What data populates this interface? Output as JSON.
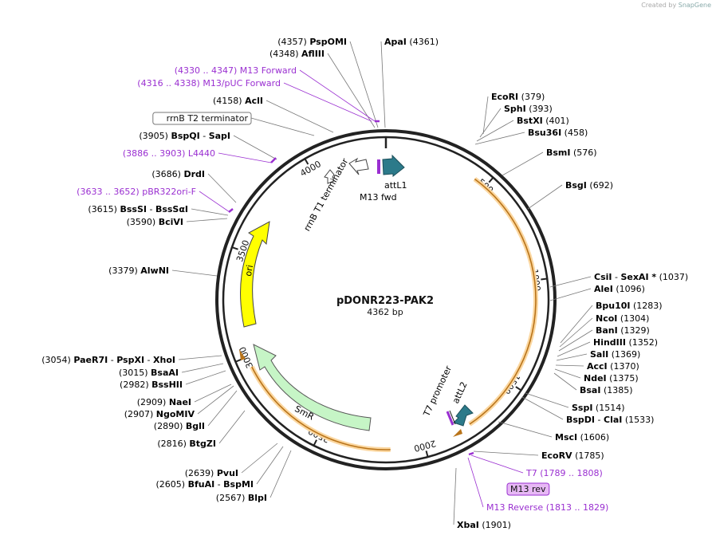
{
  "watermark": {
    "prefix": "Created by",
    "brand": "SnapGene"
  },
  "plasmid": {
    "name": "pDONR223-PAK2",
    "length_label": "4362 bp",
    "length": 4362
  },
  "ticks": [
    {
      "pos": 500,
      "label": "500"
    },
    {
      "pos": 1000,
      "label": "1000"
    },
    {
      "pos": 1500,
      "label": "1500"
    },
    {
      "pos": 2000,
      "label": "2000"
    },
    {
      "pos": 2500,
      "label": "2500"
    },
    {
      "pos": 3000,
      "label": "3000"
    },
    {
      "pos": 3500,
      "label": "3500"
    },
    {
      "pos": 4000,
      "label": "4000"
    }
  ],
  "features": [
    {
      "name": "PAK2",
      "label": "",
      "start": 440,
      "end": 1770,
      "color": "#f6a623",
      "style": "thin"
    },
    {
      "name": "SmR",
      "label": "SmR",
      "start": 2160,
      "end": 2950,
      "color": "#f6a623",
      "style": "thin"
    },
    {
      "name": "SmR-arrow",
      "label": "SmR",
      "start": 2330,
      "end": 2960,
      "color": "#c6f5c6",
      "style": "arrow",
      "radius": 150,
      "dir": -1
    },
    {
      "name": "ori",
      "label": "ori",
      "start": 3300,
      "end": 3820,
      "color": "#ffff00",
      "style": "arrow",
      "radius": 170,
      "dir": -1
    }
  ],
  "inner_labels": [
    {
      "id": "rrnb-t1",
      "text": "rrnB T1 terminator"
    },
    {
      "id": "attl1",
      "text": "attL1"
    },
    {
      "id": "m13fwd",
      "text": "M13 fwd"
    },
    {
      "id": "t7prom",
      "text": "T7 promoter"
    },
    {
      "id": "attl2",
      "text": "attL2"
    },
    {
      "id": "smr",
      "text": "SmR"
    },
    {
      "id": "ori",
      "text": "ori"
    }
  ],
  "labels": {
    "right": [
      {
        "id": "ecori",
        "name": "EcoRI",
        "pos": "(379)"
      },
      {
        "id": "sphi",
        "name": "SphI",
        "pos": "(393)"
      },
      {
        "id": "bstxi",
        "name": "BstXI",
        "pos": "(401)"
      },
      {
        "id": "bsu36i",
        "name": "Bsu36I",
        "pos": "(458)"
      },
      {
        "id": "bsmi",
        "name": "BsmI",
        "pos": "(576)"
      },
      {
        "id": "bsgi",
        "name": "BsgI",
        "pos": "(692)"
      },
      {
        "id": "csii",
        "name": "CsiI",
        "name2": "SexAI *",
        "pos": "(1037)"
      },
      {
        "id": "alei",
        "name": "AleI",
        "pos": "(1096)"
      },
      {
        "id": "bpu10i",
        "name": "Bpu10I",
        "pos": "(1283)"
      },
      {
        "id": "ncoi",
        "name": "NcoI",
        "pos": "(1304)"
      },
      {
        "id": "bani",
        "name": "BanI",
        "pos": "(1329)"
      },
      {
        "id": "hindiii",
        "name": "HindIII",
        "pos": "(1352)"
      },
      {
        "id": "sali",
        "name": "SalI",
        "pos": "(1369)"
      },
      {
        "id": "acci",
        "name": "AccI",
        "pos": "(1370)"
      },
      {
        "id": "ndei",
        "name": "NdeI",
        "pos": "(1375)"
      },
      {
        "id": "bsai",
        "name": "BsaI",
        "pos": "(1385)"
      },
      {
        "id": "sspi",
        "name": "SspI",
        "pos": "(1514)"
      },
      {
        "id": "bspdi",
        "name": "BspDI",
        "name2": "ClaI",
        "pos": "(1533)"
      },
      {
        "id": "msci",
        "name": "MscI",
        "pos": "(1606)"
      },
      {
        "id": "ecorv",
        "name": "EcoRV",
        "pos": "(1785)"
      },
      {
        "id": "t7",
        "name": "T7",
        "pos": "(1789 .. 1808)",
        "primer": true
      },
      {
        "id": "m13rev",
        "name": "M13 rev",
        "boxed": true
      },
      {
        "id": "m13reverse",
        "name": "M13 Reverse",
        "pos": "(1813 .. 1829)",
        "primer": true
      },
      {
        "id": "xbai",
        "name": "XbaI",
        "pos": "(1901)"
      }
    ],
    "left": [
      {
        "id": "psp",
        "name": "PspOMI",
        "pos": "(4357)"
      },
      {
        "id": "apai",
        "name": "ApaI",
        "pos": "(4361)"
      },
      {
        "id": "aflii",
        "name": "AflIII",
        "pos": "(4348)"
      },
      {
        "id": "m13f",
        "name": "M13 Forward",
        "pos": "(4330 .. 4347)",
        "primer": true
      },
      {
        "id": "m13puc",
        "name": "M13/pUC Forward",
        "pos": "(4316 .. 4338)",
        "primer": true
      },
      {
        "id": "acli",
        "name": "AclI",
        "pos": "(4158)"
      },
      {
        "id": "rrnbt2",
        "name": "rrnB T2 terminator",
        "boxed": true
      },
      {
        "id": "bspqi",
        "name": "BspQI",
        "name2": "SapI",
        "pos": "(3905)"
      },
      {
        "id": "l4440",
        "name": "L4440",
        "pos": "(3886 .. 3903)",
        "primer": true
      },
      {
        "id": "drdi",
        "name": "DrdI",
        "pos": "(3686)"
      },
      {
        "id": "pbr",
        "name": "pBR322ori-F",
        "pos": "(3633 .. 3652)",
        "primer": true
      },
      {
        "id": "bsssi",
        "name": "BssSI",
        "name2": "BssSαI",
        "pos": "(3615)"
      },
      {
        "id": "bcivi",
        "name": "BciVI",
        "pos": "(3590)"
      },
      {
        "id": "alwni",
        "name": "AlwNI",
        "pos": "(3379)"
      },
      {
        "id": "paer7i",
        "name": "PaeR7I",
        "name2": "PspXI",
        "name3": "XhoI",
        "pos": "(3054)"
      },
      {
        "id": "bsaai",
        "name": "BsaAI",
        "pos": "(3015)"
      },
      {
        "id": "bsshii",
        "name": "BssHII",
        "pos": "(2982)"
      },
      {
        "id": "naei",
        "name": "NaeI",
        "pos": "(2909)"
      },
      {
        "id": "ngomiv",
        "name": "NgoMIV",
        "pos": "(2907)"
      },
      {
        "id": "bgli",
        "name": "BglI",
        "pos": "(2890)"
      },
      {
        "id": "btgzi",
        "name": "BtgZI",
        "pos": "(2816)"
      },
      {
        "id": "pvui",
        "name": "PvuI",
        "pos": "(2639)"
      },
      {
        "id": "bfuai",
        "name": "BfuAI",
        "name2": "BspMI",
        "pos": "(2605)"
      },
      {
        "id": "blpi",
        "name": "BlpI",
        "pos": "(2567)"
      }
    ]
  },
  "colors": {
    "enzyme": "#000000",
    "primer": "#9a2fd1",
    "orf": "#f6a623",
    "feature_teal": "#2c7a8a",
    "ring": "#222222"
  }
}
